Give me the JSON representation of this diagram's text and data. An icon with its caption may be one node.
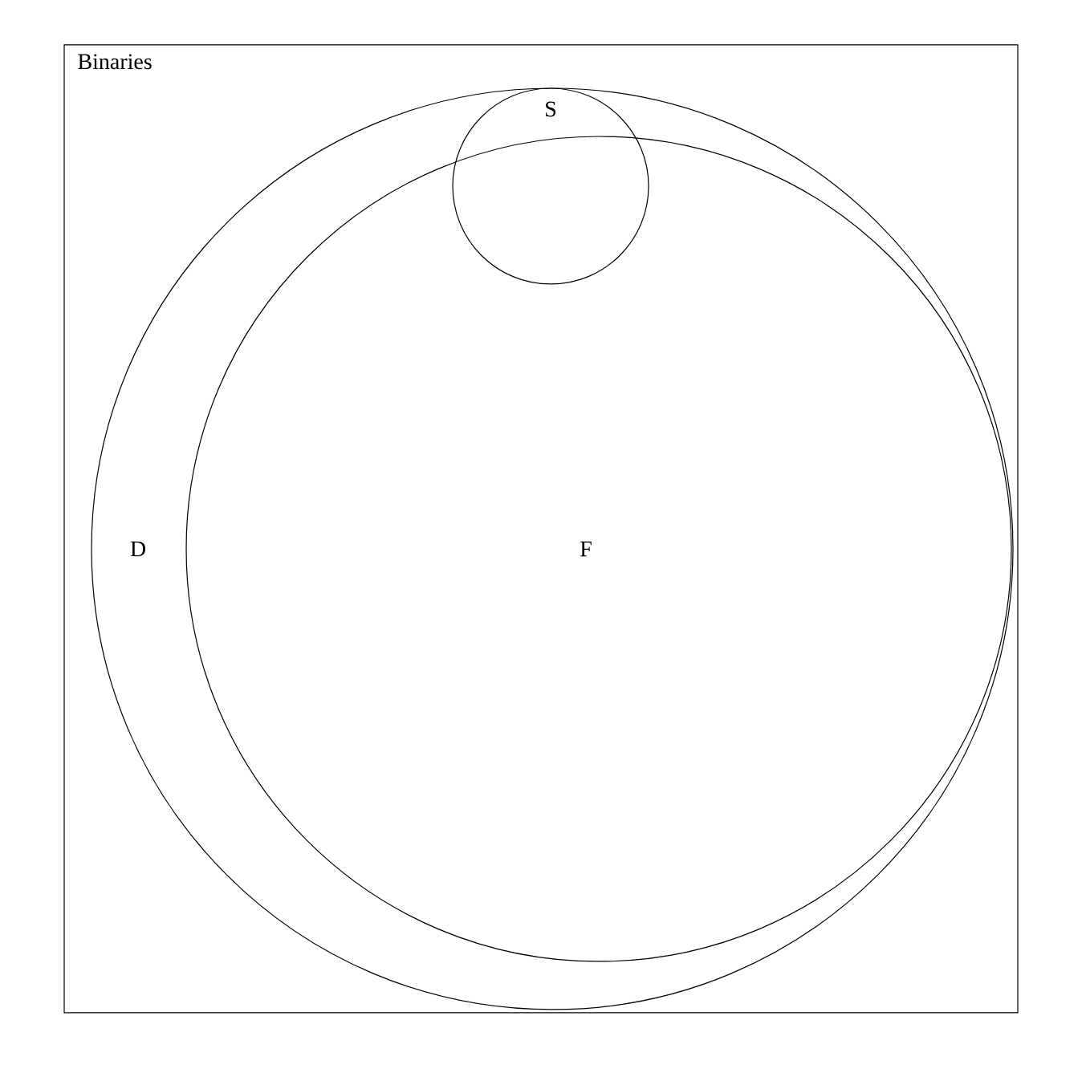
{
  "diagram": {
    "nodes": [
      {
        "text": [
          "Binaries"
        ]
      },
      {
        "text": [
          "D"
        ],
        "in": 0
      },
      {
        "text": [
          "F"
        ],
        "in": 1
      },
      {
        "text": [
          "S"
        ],
        "in": 1
      }
    ]
  }
}
